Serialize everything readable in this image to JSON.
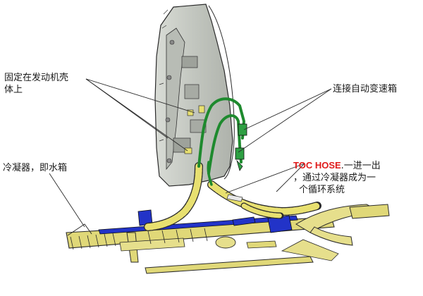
{
  "labels": {
    "engine_mount_line1": "固定在发动机壳",
    "engine_mount_line2": "体上",
    "transmission": "连接自动变速箱",
    "cooler": "冷凝器，即水箱",
    "toc_hose_term": "TOC HOSE",
    "toc_hose_rest_line1": ".一进一出",
    "toc_hose_line2": "，通过冷凝器成为一",
    "toc_hose_line3": "个循环系统"
  },
  "colors": {
    "hose_green": "#1e8a2e",
    "hose_yellow": "#e8e070",
    "bracket_blue": "#2233c8",
    "frame_yellow": "#e0d878",
    "housing_gray": "#c9ccc6",
    "outline": "#2a2a2a",
    "callout_red": "#e01a1a"
  }
}
